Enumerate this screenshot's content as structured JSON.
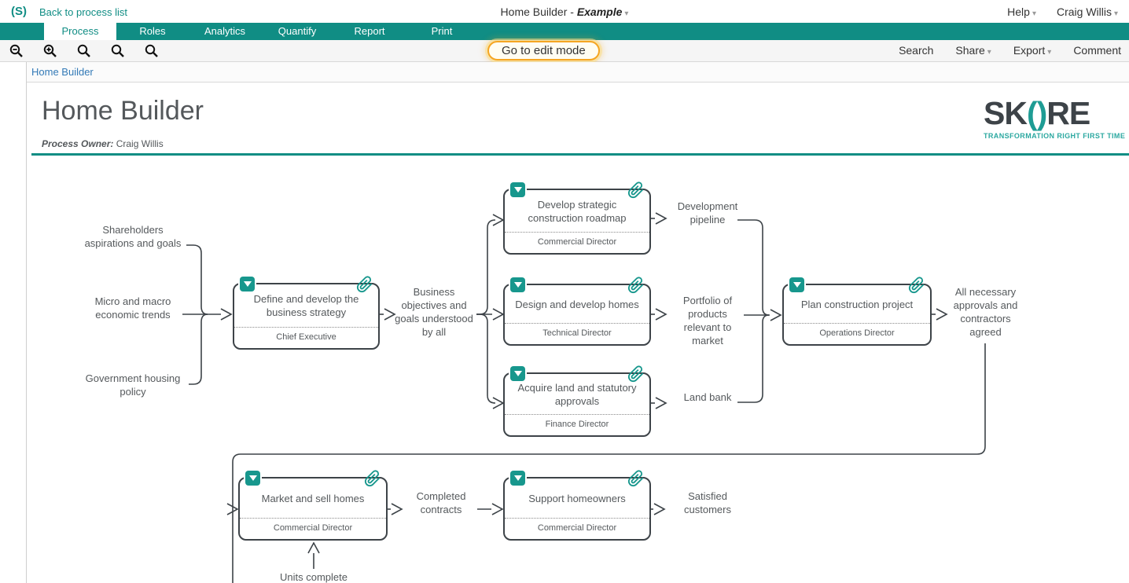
{
  "header": {
    "logo": "(S)",
    "back": "Back to process list",
    "title_prefix": "Home Builder - ",
    "title_variant": "Example",
    "help": "Help",
    "user": "Craig Willis"
  },
  "tabs": [
    {
      "label": "Process",
      "active": true
    },
    {
      "label": "Roles",
      "active": false
    },
    {
      "label": "Analytics",
      "active": false
    },
    {
      "label": "Quantify",
      "active": false
    },
    {
      "label": "Report",
      "active": false
    },
    {
      "label": "Print",
      "active": false
    }
  ],
  "toolbar": {
    "zoom_icons": [
      "zoom-out",
      "zoom-in",
      "magnifier",
      "magnifier",
      "magnifier"
    ],
    "edit_button": "Go to edit mode",
    "search": "Search",
    "share": "Share",
    "export": "Export",
    "comment": "Comment"
  },
  "breadcrumb": {
    "text": "Home Builder"
  },
  "page": {
    "title": "Home Builder",
    "owner_label": "Process Owner:",
    "owner_name": "Craig Willis"
  },
  "brand": {
    "logo_sk": "SK",
    "logo_parens": "()",
    "logo_re": "RE",
    "tagline": "TRANSFORMATION RIGHT FIRST TIME"
  },
  "colors": {
    "teal": "#108D84",
    "box_border": "#3D4348",
    "edit_button_border": "#F5A623",
    "breadcrumb_blue": "#337AB7"
  },
  "diagram": {
    "boxes": [
      {
        "title": "Define and develop the business strategy",
        "role": "Chief Executive"
      },
      {
        "title": "Develop strategic construction roadmap",
        "role": "Commercial Director"
      },
      {
        "title": "Design and develop homes",
        "role": "Technical Director"
      },
      {
        "title": "Acquire land and statutory approvals",
        "role": "Finance Director"
      },
      {
        "title": "Plan construction project",
        "role": "Operations Director"
      },
      {
        "title": "Market and sell homes",
        "role": "Commercial Director"
      },
      {
        "title": "Support homeowners",
        "role": "Commercial Director"
      }
    ],
    "labels": {
      "shareholders": "Shareholders aspirations and goals",
      "micro_macro": "Micro and macro economic trends",
      "government": "Government housing policy",
      "business_objectives": "Business objectives and goals understood by all",
      "development_pipeline": "Development pipeline",
      "portfolio": "Portfolio of products relevant to market",
      "land_bank": "Land bank",
      "all_necessary": "All necessary approvals and contractors agreed",
      "completed_contracts": "Completed contracts",
      "satisfied_customers": "Satisfied customers",
      "units_complete": "Units complete"
    }
  }
}
